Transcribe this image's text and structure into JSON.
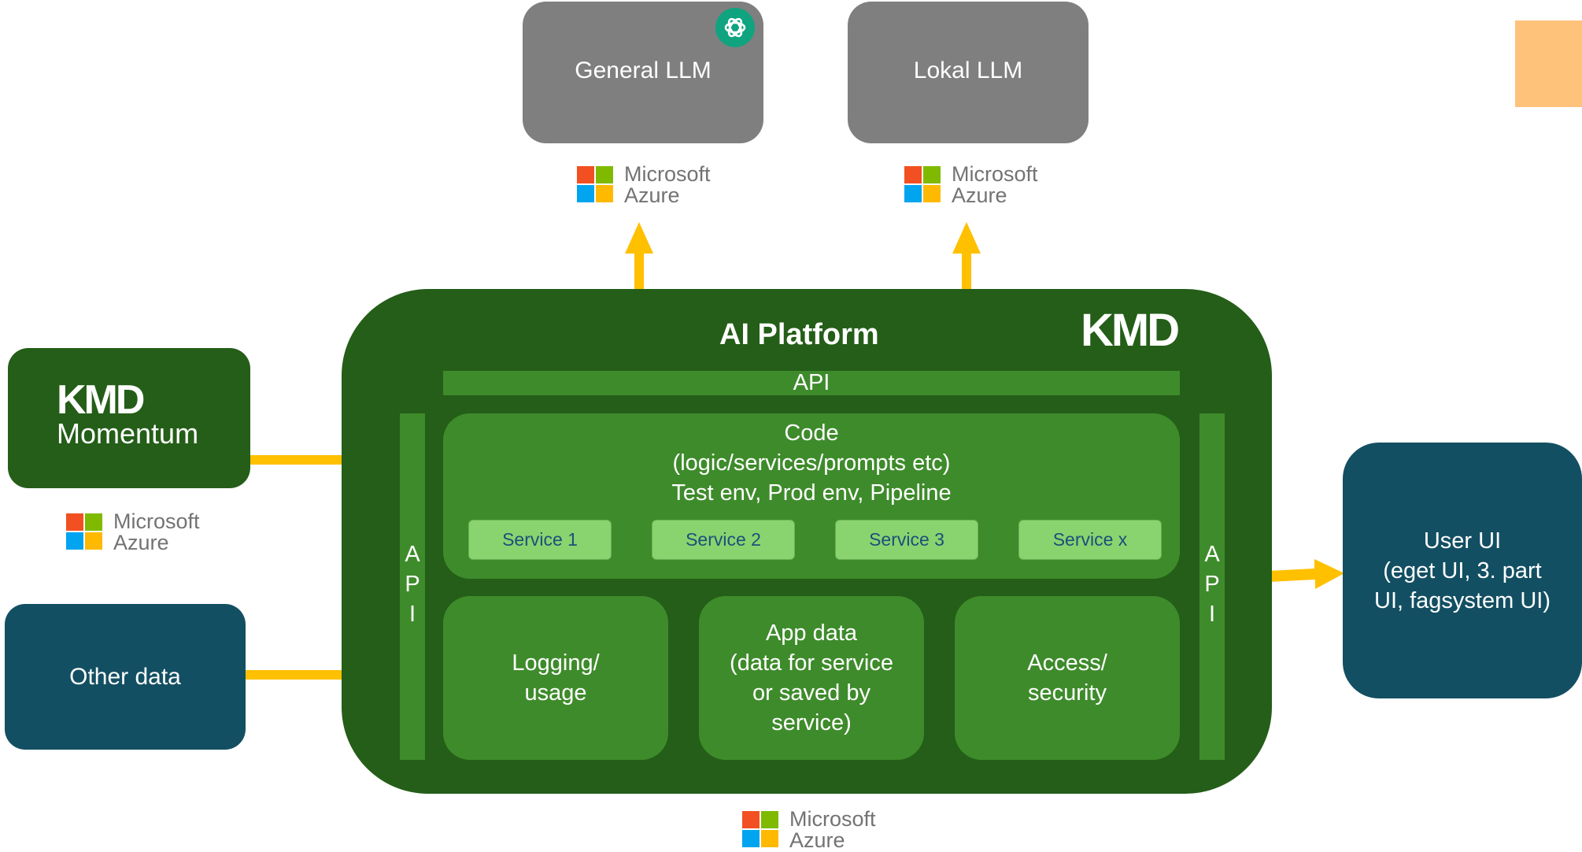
{
  "general_llm": {
    "label": "General LLM",
    "icon": "openai-icon"
  },
  "lokal_llm": {
    "label": "Lokal LLM"
  },
  "azure": {
    "line1": "Microsoft",
    "line2": "Azure"
  },
  "platform": {
    "title": "AI Platform",
    "logo": "KMD",
    "api_top": "API",
    "api_side": [
      "A",
      "P",
      "I"
    ],
    "code_lines": [
      "Code",
      "(logic/services/prompts etc)",
      "Test env, Prod env, Pipeline"
    ],
    "services": [
      "Service 1",
      "Service 2",
      "Service 3",
      "Service x"
    ],
    "logging": [
      "Logging/",
      "usage"
    ],
    "app_data": [
      "App data",
      "(data for service",
      "or saved by",
      "service)"
    ],
    "access": [
      "Access/",
      "security"
    ]
  },
  "momentum": {
    "logo": "KMD",
    "label": "Momentum"
  },
  "other_data": {
    "label": "Other data"
  },
  "user_ui": {
    "lines": [
      "User UI",
      "(eget UI, 3. part",
      "UI, fagsystem UI)"
    ]
  },
  "colors": {
    "platform_bg": "#245e18",
    "inner_green": "#3e8b2b",
    "service_green": "#8ad46f",
    "teal": "#134f62",
    "grey": "#7f7f7f",
    "arrow": "#ffc000",
    "corner_block": "#ffc27a"
  }
}
